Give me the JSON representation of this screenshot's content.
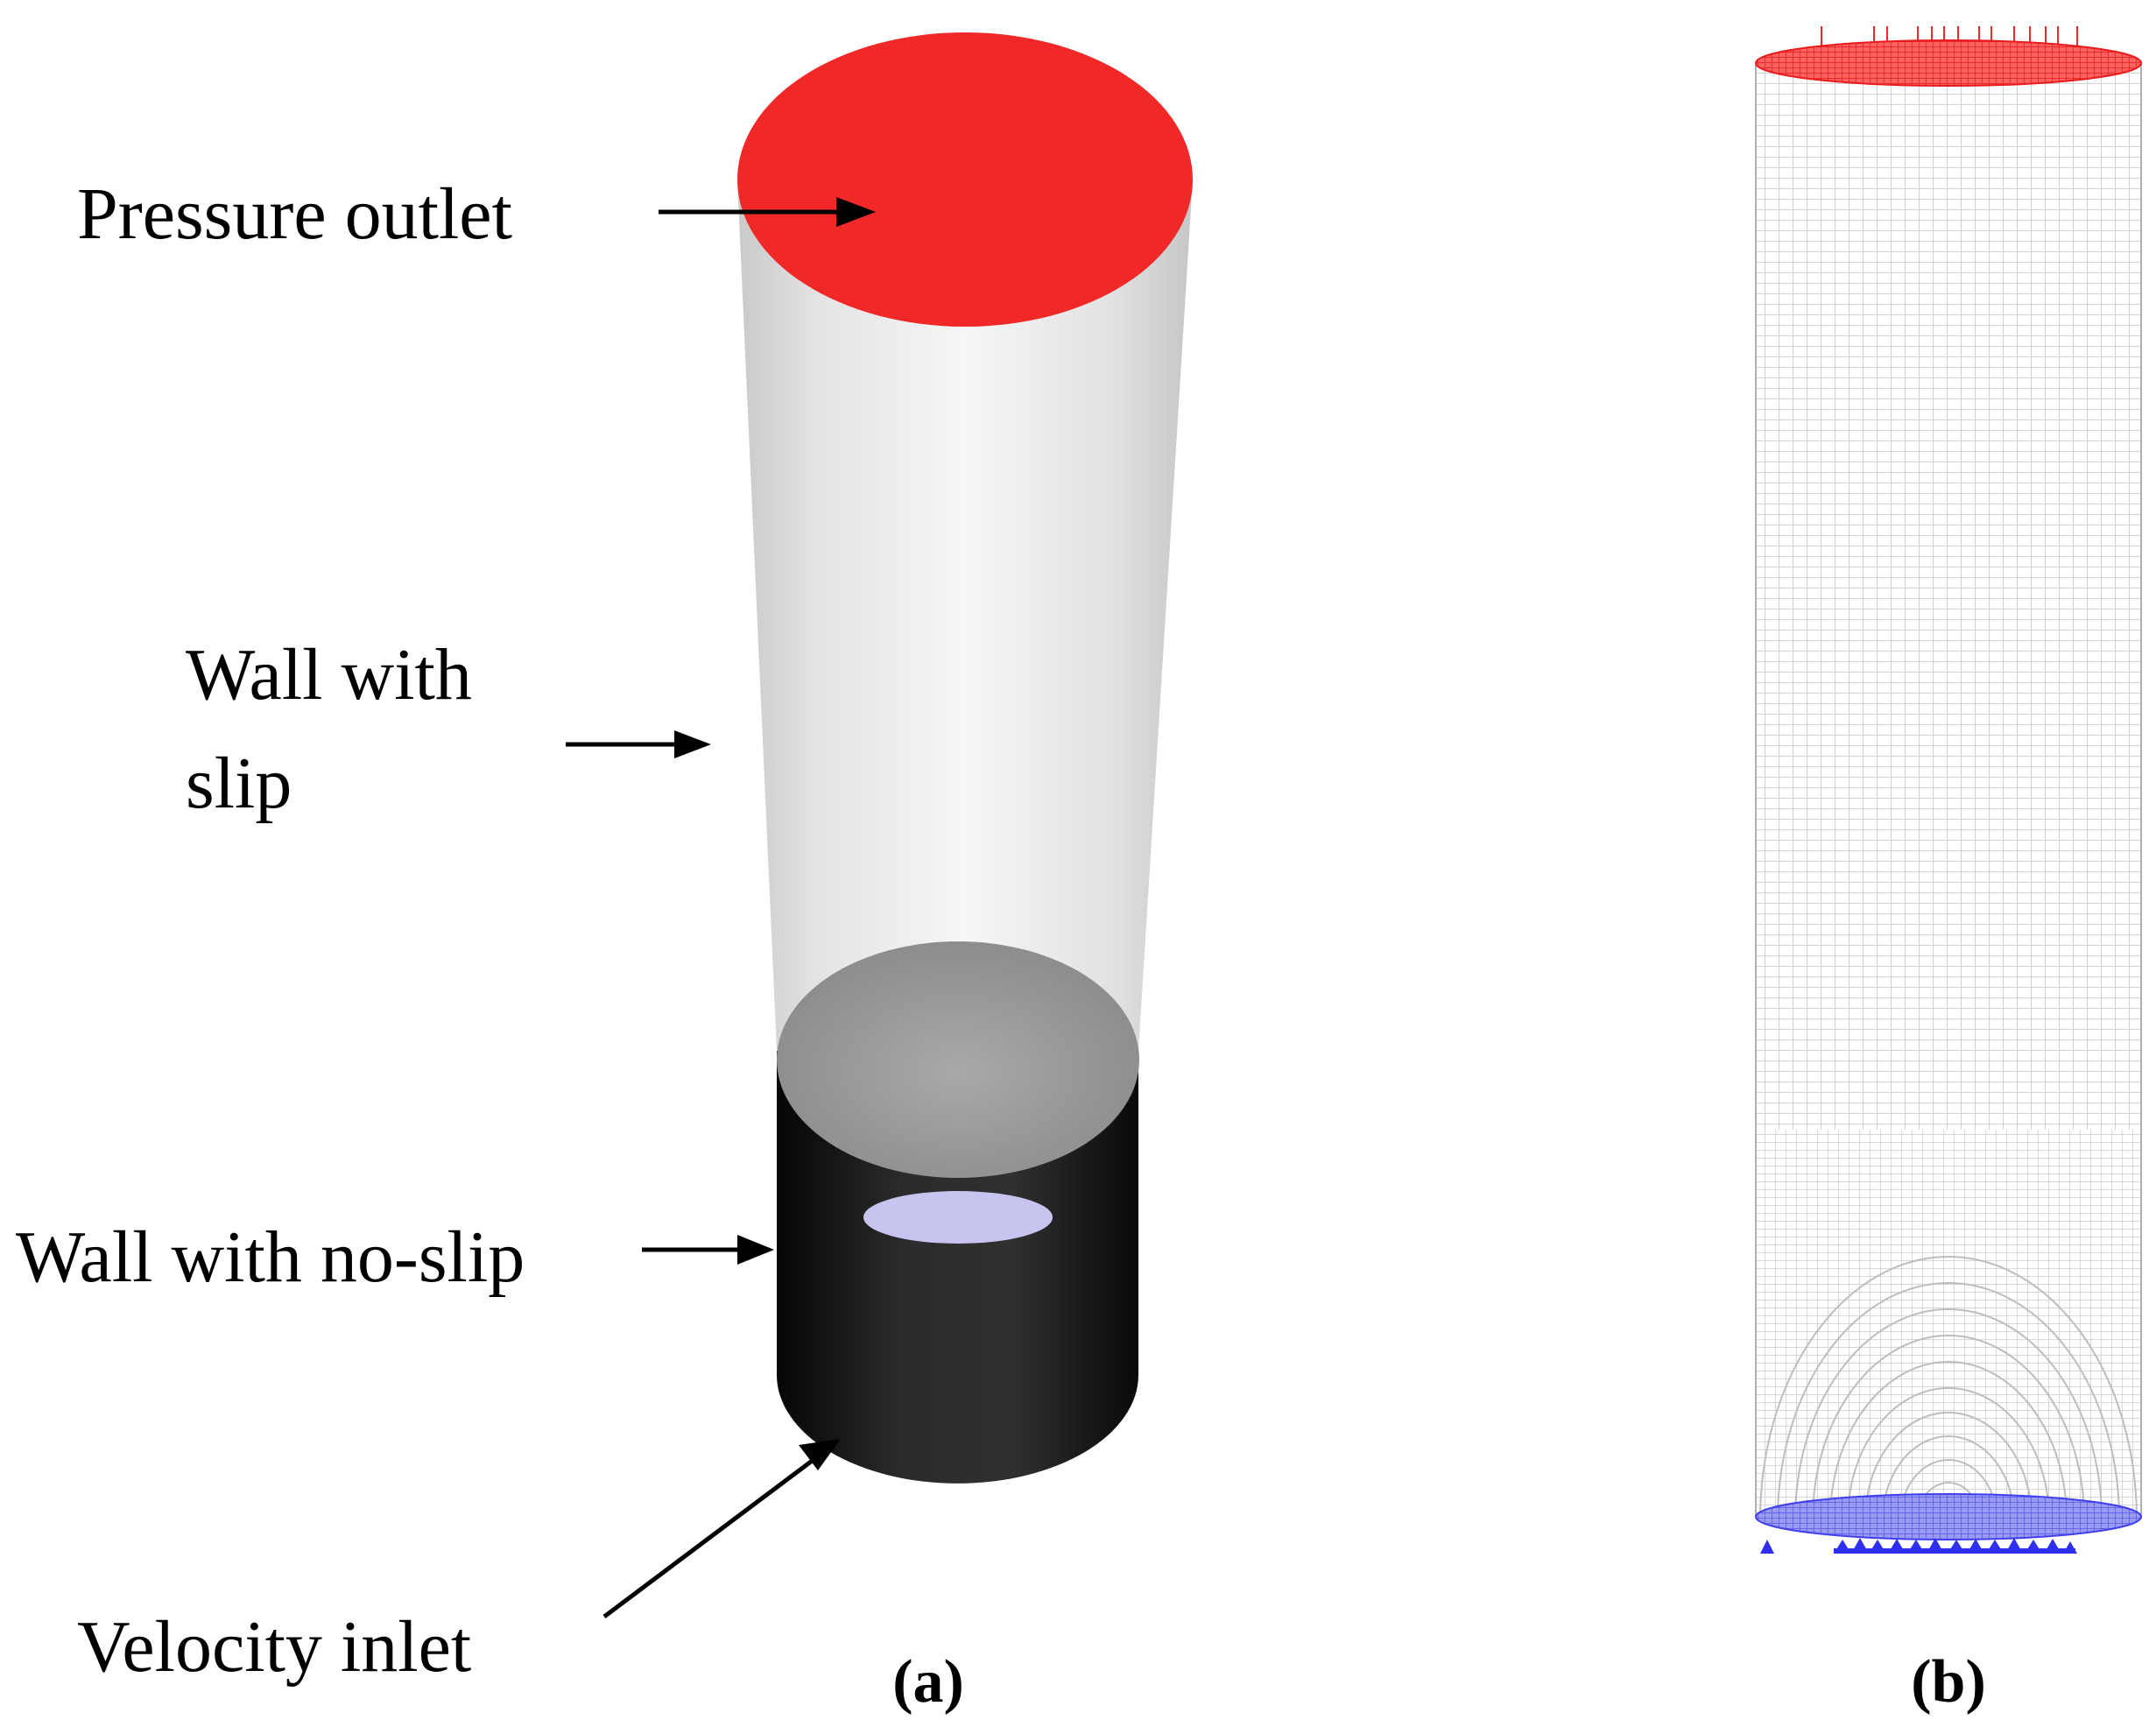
{
  "labels": {
    "pressure_outlet": "Pressure outlet",
    "wall_slip_line1": "Wall with",
    "wall_slip_line2": "slip",
    "wall_noslip": "Wall with no-slip",
    "velocity_inlet": "Velocity inlet"
  },
  "panels": {
    "a": "(a)",
    "b": "(b)"
  },
  "colors": {
    "outlet_red": "#f02828",
    "wall_white": "#e9e9e9",
    "wall_black": "#1c1c1c",
    "inlet_lavender": "#c7c5f0",
    "mesh_gray": "#c6c6c6",
    "inlet_blue": "#3f3ff0",
    "arrow": "#000000"
  }
}
